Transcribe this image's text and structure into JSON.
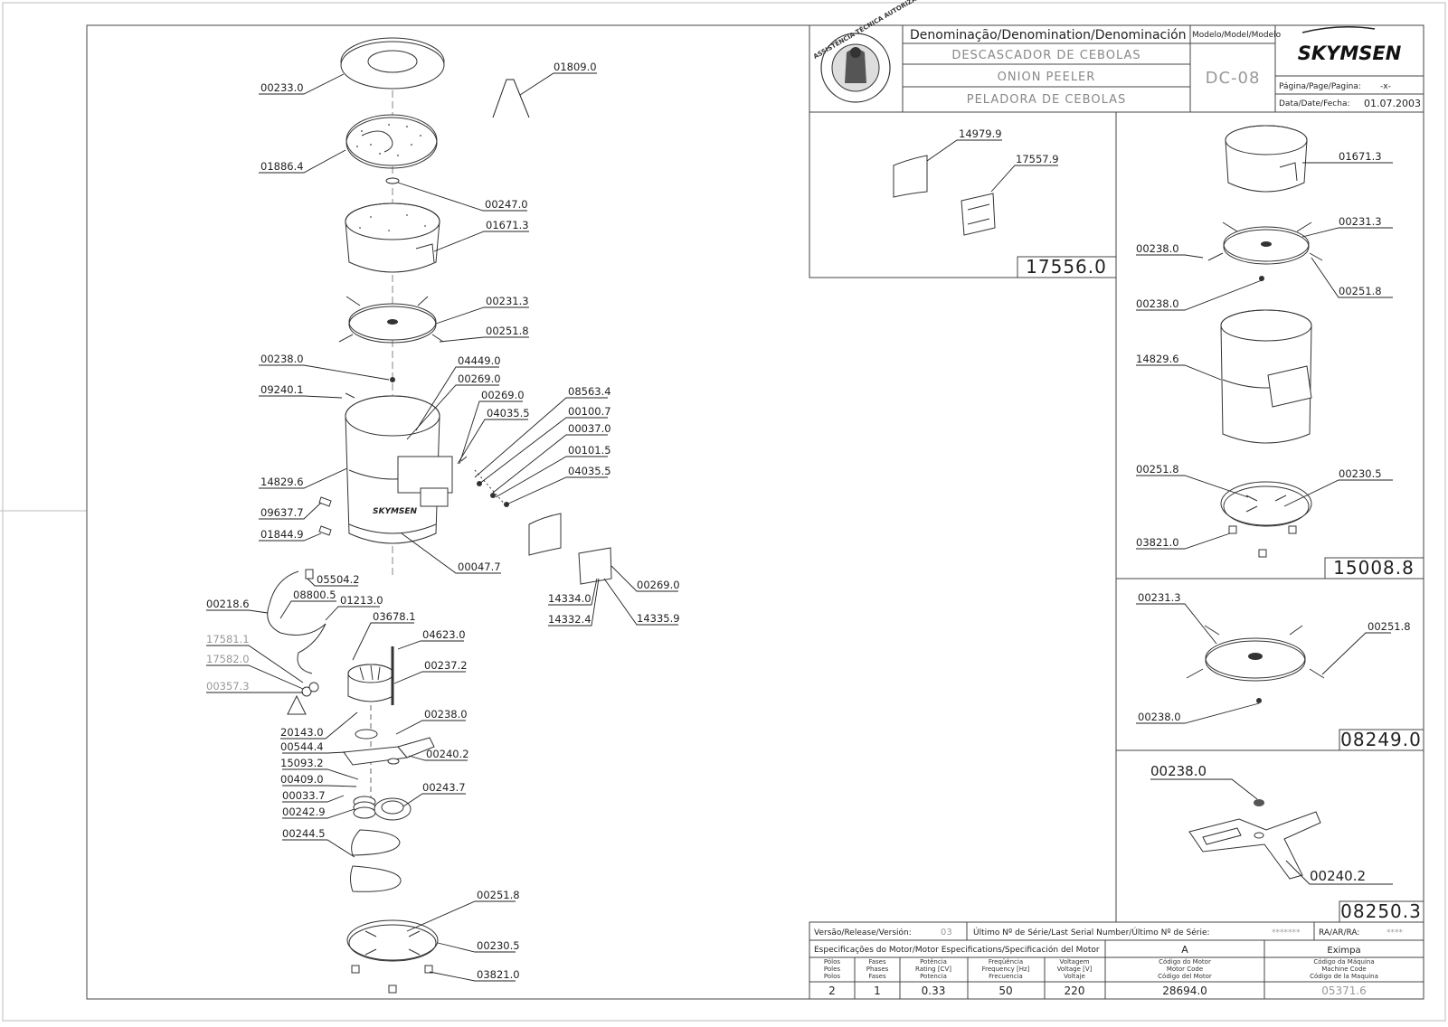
{
  "title_block": {
    "denomination_label": "Denominação/Denomination/Denominación",
    "name_pt": "DESCASCADOR DE CEBOLAS",
    "name_en": "ONION PEELER",
    "name_es": "PELADORA DE CEBOLAS",
    "model_label": "Modelo/Model/Modelo",
    "model": "DC-08",
    "brand": "SKYMSEN",
    "page_label": "Página/Page/Pagina:",
    "page_value": "-x-",
    "date_label": "Data/Date/Fecha:",
    "date_value": "01.07.2003",
    "seal_text": "ASSISTÊNCIA TÉCNICA AUTORIZADA"
  },
  "main_parts": [
    "00233.0",
    "01809.0",
    "01886.4",
    "00247.0",
    "01671.3",
    "00231.3",
    "00251.8",
    "00238.0",
    "04449.0",
    "00269.0",
    "09240.1",
    "00269.0",
    "04035.5",
    "08563.4",
    "00100.7",
    "00037.0",
    "00101.5",
    "04035.5",
    "14829.6",
    "09637.7",
    "01844.9",
    "00047.7",
    "05504.2",
    "00218.6",
    "08800.5",
    "01213.0",
    "03678.1",
    "17581.1",
    "17582.0",
    "00357.3",
    "04623.0",
    "00237.2",
    "20143.0",
    "00238.0",
    "00544.4",
    "00240.2",
    "15093.2",
    "00409.0",
    "00033.7",
    "00243.7",
    "00242.9",
    "00244.5",
    "00251.8",
    "00230.5",
    "03821.0",
    "00269.0",
    "14334.0",
    "14332.4",
    "14335.9"
  ],
  "subassemblies": {
    "a_17556": {
      "code": "17556.0",
      "parts": [
        "14979.9",
        "17557.9"
      ]
    },
    "a_15008": {
      "code": "15008.8",
      "parts": [
        "01671.3",
        "00231.3",
        "00238.0",
        "00251.8",
        "00238.0",
        "14829.6",
        "00251.8",
        "00230.5",
        "03821.0"
      ]
    },
    "a_08249": {
      "code": "08249.0",
      "parts": [
        "00231.3",
        "00251.8",
        "00238.0"
      ]
    },
    "a_08250": {
      "code": "08250.3",
      "parts": [
        "00238.0",
        "00240.2"
      ]
    }
  },
  "footer": {
    "release_label": "Versão/Release/Versión:",
    "release_value": "03",
    "serial_label": "Último Nº de Série/Last Serial Number/Último Nº de Série:",
    "serial_value": "*******",
    "ra_label": "RA/AR/RA:",
    "ra_value": "****",
    "motor_spec_label": "Especificações do Motor/Motor Especifications/Specificación del Motor",
    "col_a": "A",
    "col_b": "Eximpa",
    "h_poles": [
      "Pólos",
      "Poles",
      "Polos"
    ],
    "h_phases": [
      "Fases",
      "Phases",
      "Fases"
    ],
    "h_power": [
      "Potência",
      "Rating [CV]",
      "Potencia"
    ],
    "h_freq": [
      "Freqüência",
      "Frequency [Hz]",
      "Frecuencia"
    ],
    "h_volt": [
      "Voltagem",
      "Voltage [V]",
      "Voltaje"
    ],
    "h_motor": [
      "Código do Motor",
      "Motor Code",
      "Código del Motor"
    ],
    "h_machine": [
      "Código da Máquina",
      "Machine Code",
      "Código de la Maquina"
    ],
    "v_poles": "2",
    "v_phases": "1",
    "v_power": "0.33",
    "v_freq": "50",
    "v_volt": "220",
    "v_motor": "28694.0",
    "v_machine": "05371.6"
  }
}
